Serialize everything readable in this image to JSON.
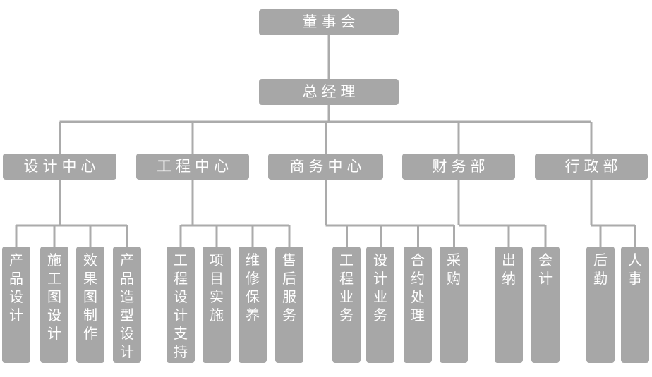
{
  "org": {
    "root": {
      "label": "董事会"
    },
    "general_manager": {
      "label": "总经理"
    },
    "departments": [
      {
        "label": "设计中心",
        "children": [
          "产品设计",
          "施工图设计",
          "效果图制作",
          "产品造型设计"
        ]
      },
      {
        "label": "工程中心",
        "children": [
          "工程设计支持",
          "项目实施",
          "维修保养",
          "售后服务"
        ]
      },
      {
        "label": "商务中心",
        "children": [
          "工程业务",
          "设计业务",
          "合约处理",
          "采购"
        ]
      },
      {
        "label": "财务部",
        "children": [
          "出纳",
          "会计"
        ]
      },
      {
        "label": "行政部",
        "children": [
          "后勤",
          "人事"
        ]
      }
    ],
    "colors": {
      "node": "#a7a7a7",
      "line": "#ababab",
      "text": "#ffffff",
      "background": "#ffffff"
    }
  }
}
